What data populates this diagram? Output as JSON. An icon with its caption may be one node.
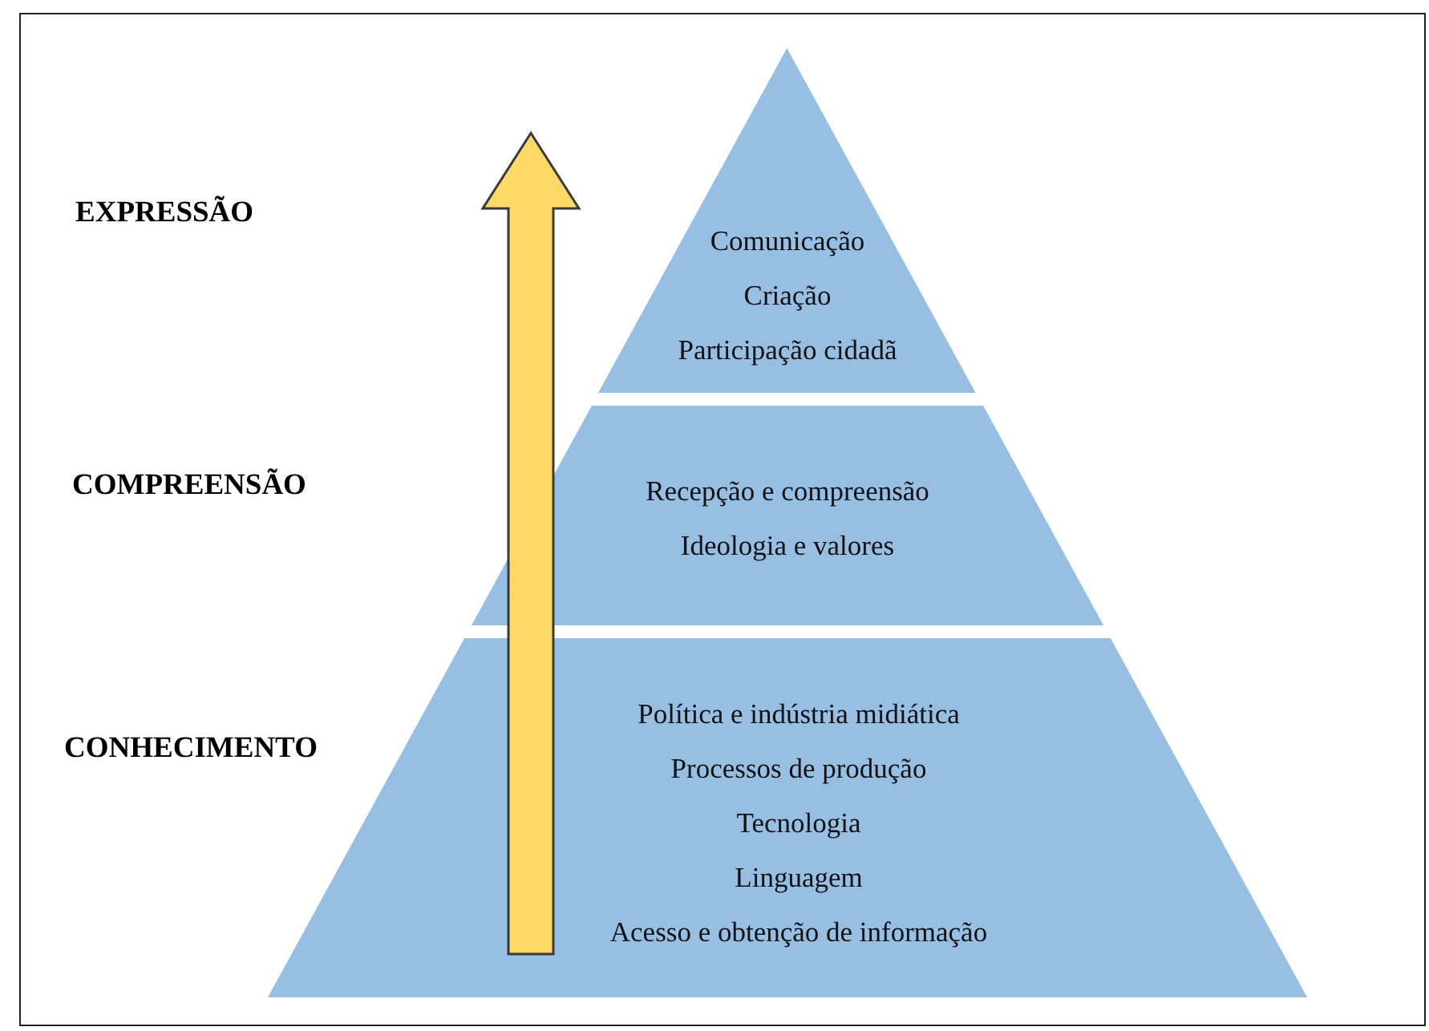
{
  "diagram": {
    "nodes": [
      {
        "text": [
          "Comunicação",
          "Criação",
          "Participação cidadã"
        ]
      },
      {
        "text": [
          "Recepção e compreensão",
          "Ideologia e valores"
        ]
      },
      {
        "text": [
          "Política e indústria midiática",
          "Processos de produção",
          "Tecnologia",
          "Linguagem",
          "Acesso e obtenção de informação"
        ]
      }
    ],
    "edges": [],
    "labels": [
      "EXPRESSÃO",
      "COMPREENSÃO",
      "CONHECIMENTO"
    ]
  }
}
